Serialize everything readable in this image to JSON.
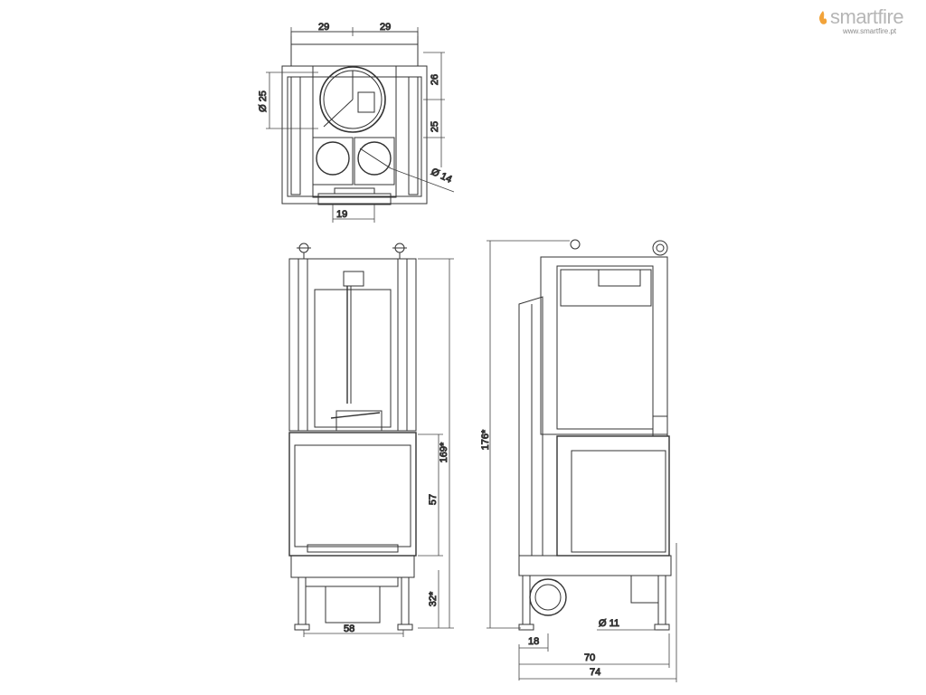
{
  "brand": {
    "name": "smartfire",
    "url": "www.smartfire.pt",
    "flame_color": "#f2a33a"
  },
  "colors": {
    "line": "#333333",
    "dim": "#444444"
  },
  "top_view": {
    "dim_left_width": "29",
    "dim_right_width": "29",
    "dim_top_height": "26",
    "dim_mid_height": "25",
    "dim_flue_diameter": "Ø 25",
    "dim_air_diameter": "Ø 14",
    "dim_bottom_width": "19"
  },
  "front_view": {
    "dim_total_height": "169*",
    "dim_glass_height": "57",
    "dim_leg_height": "32*",
    "dim_base_width": "58"
  },
  "side_view": {
    "dim_total_height": "176*",
    "dim_air_inlet": "Ø 11",
    "dim_offset": "18",
    "dim_depth_inner": "70",
    "dim_depth_outer": "74"
  }
}
